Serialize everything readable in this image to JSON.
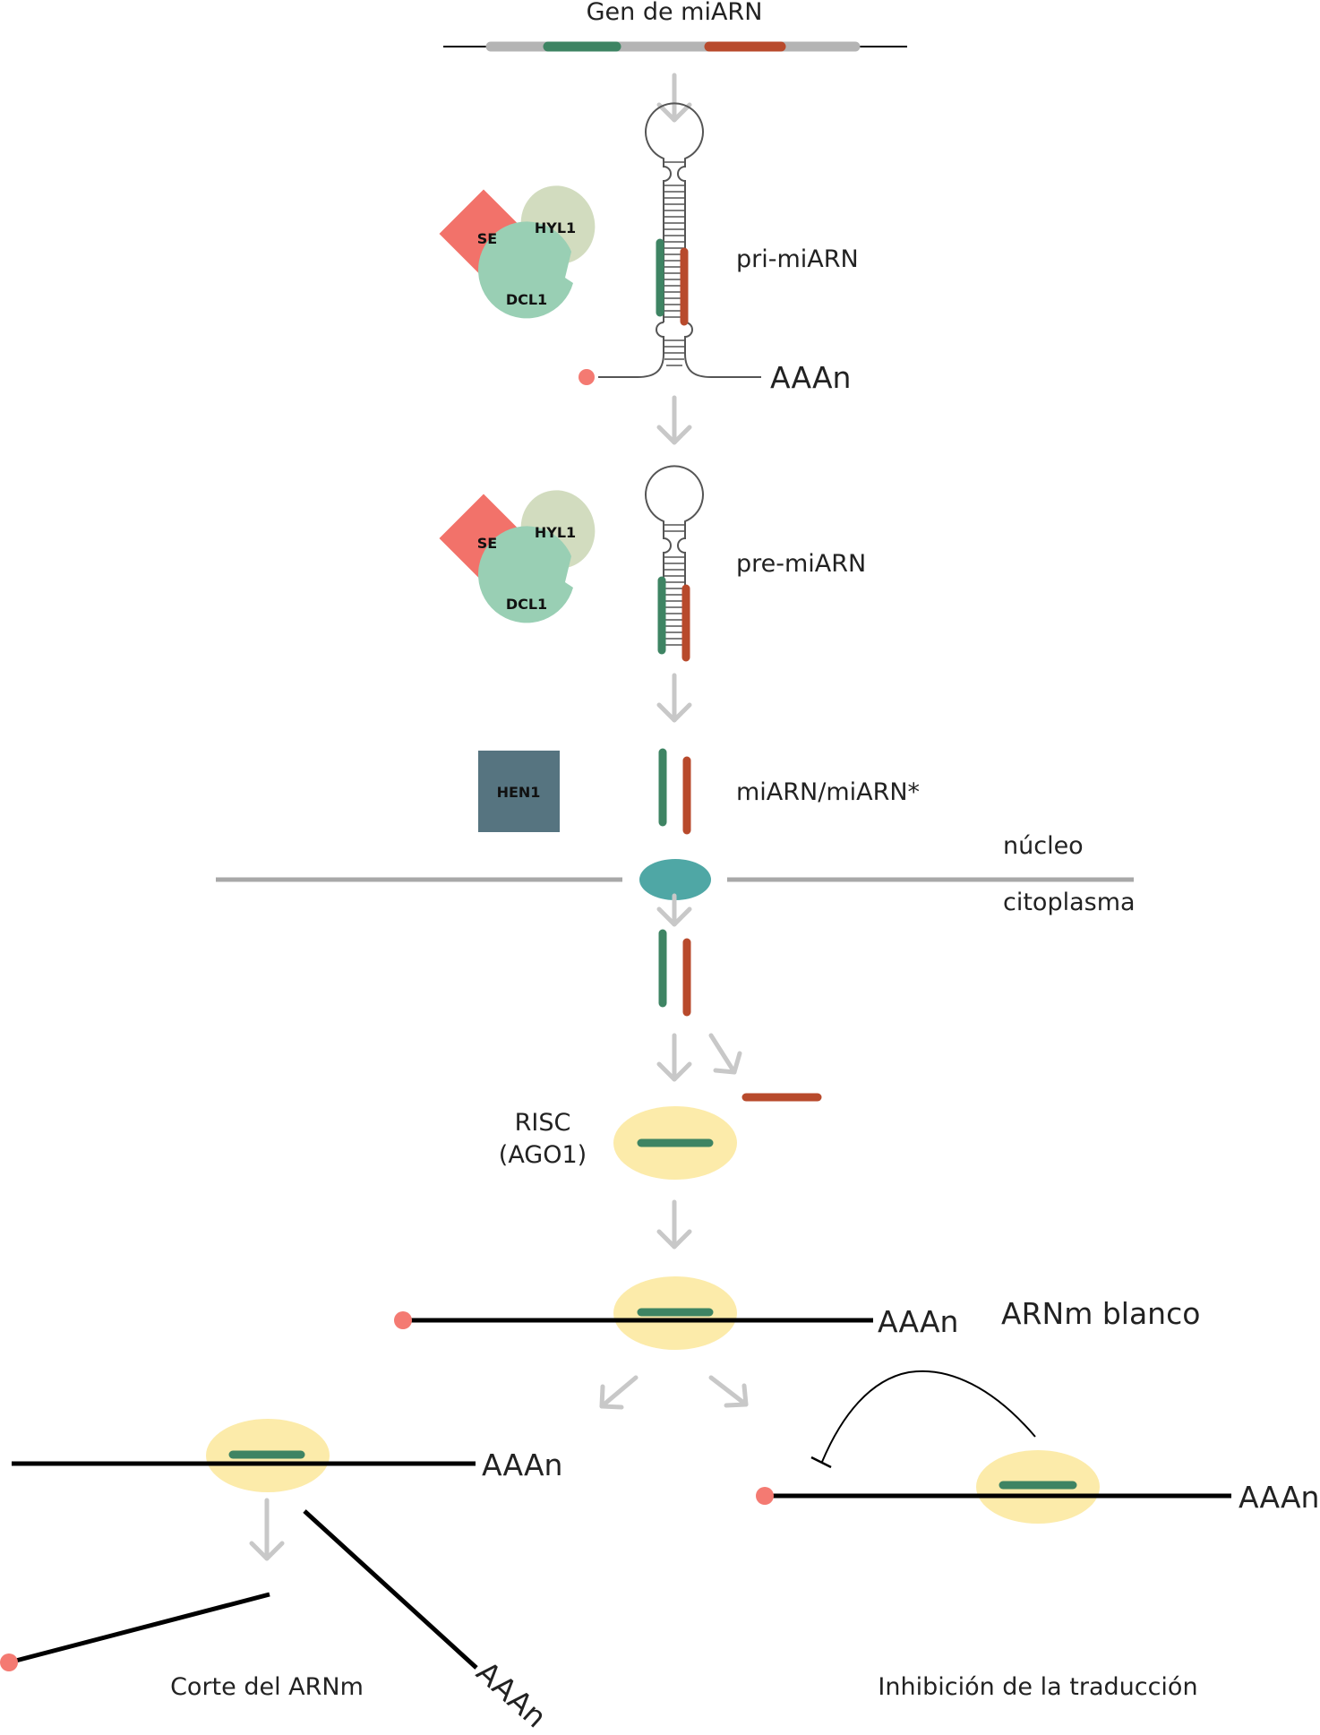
{
  "labels": {
    "gene": "Gen de miARN",
    "pri": "pri-miARN",
    "pre": "pre-miARN",
    "duplex": "miARN/miARN*",
    "nucleus": "núcleo",
    "cytoplasm": "citoplasma",
    "risc_line1": "RISC",
    "risc_line2": "(AGO1)",
    "target": "ARNm blanco",
    "cleavage": "Corte del ARNm",
    "inhibition": "Inhibición de la traducción",
    "polyA": "AAAn"
  },
  "proteins": {
    "se": "SE",
    "hyl1": "HYL1",
    "dcl1": "DCL1",
    "hen1": "HEN1"
  },
  "colors": {
    "mirna_green": "#3e8463",
    "star_red": "#b84a2c",
    "se_red": "#f2726a",
    "hyl1_sage": "#d2dcbf",
    "dcl1_mint": "#99cfb4",
    "hen1_slate": "#567480",
    "exportin_teal": "#4fa7a5",
    "risc_yellow": "#fcebaa",
    "cap_pink": "#f47a72",
    "arrow_grey": "#c8c8c8"
  }
}
